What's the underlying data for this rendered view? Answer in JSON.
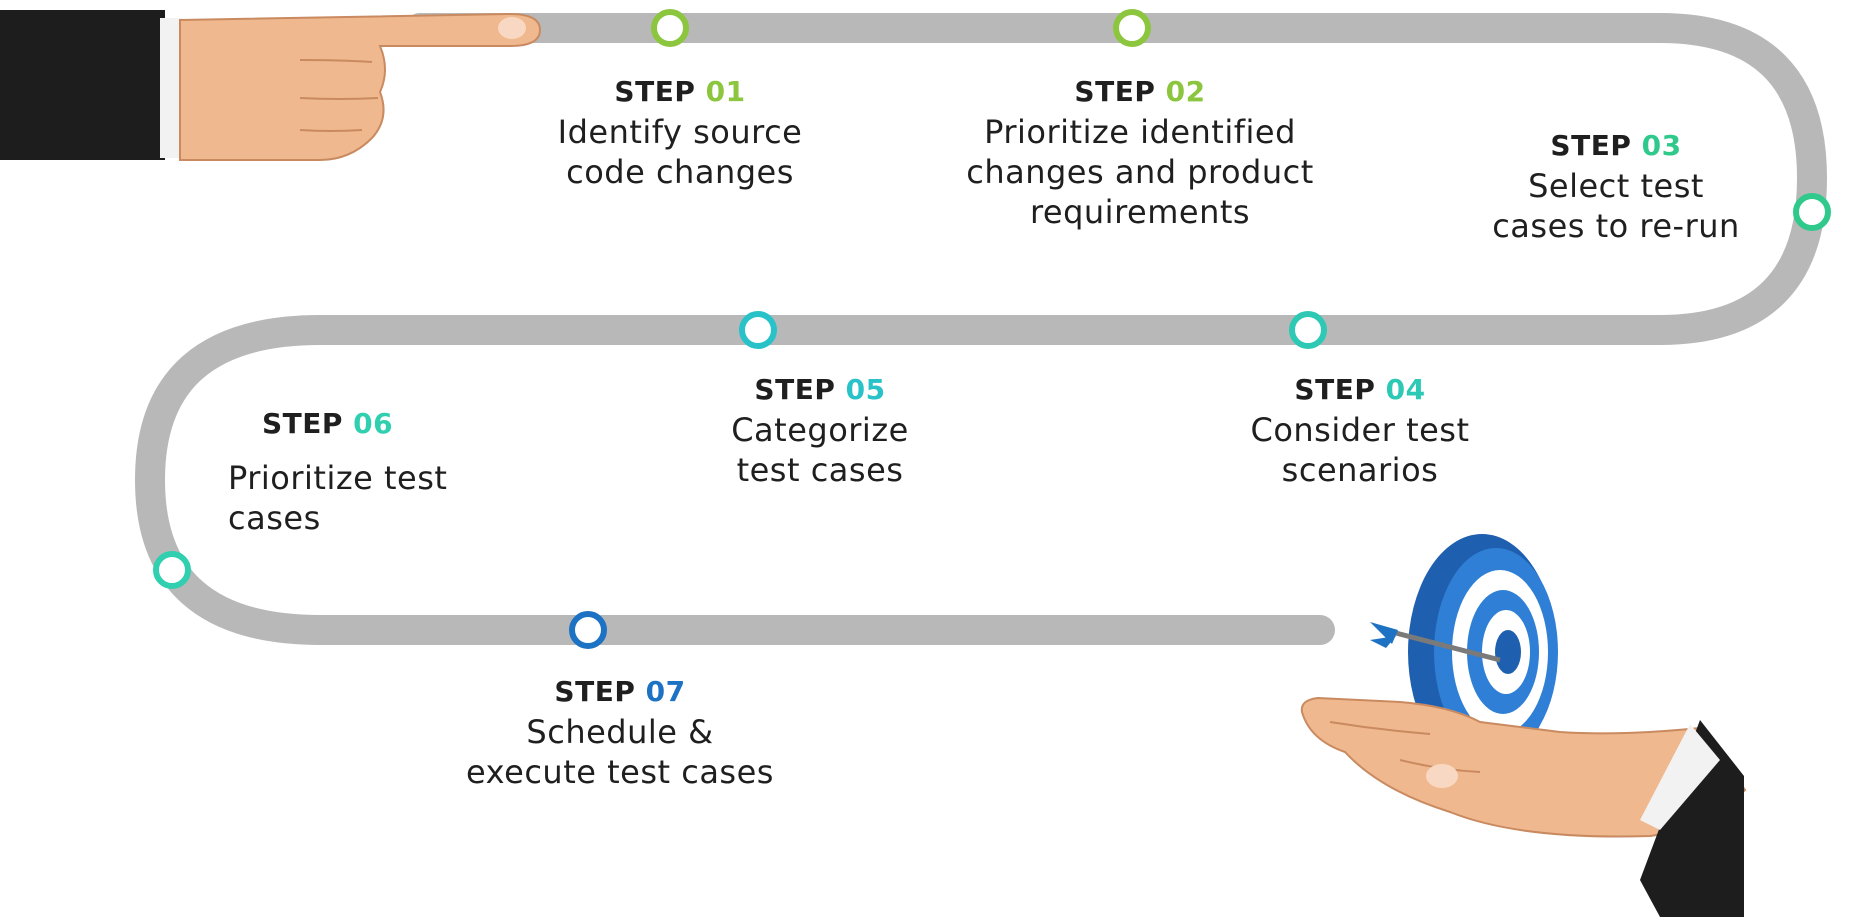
{
  "colors": {
    "track": "#b8b8b8",
    "step01": "#8cc63f",
    "step02": "#8cc63f",
    "step03": "#2ec98b",
    "step04": "#2ec9b4",
    "step05": "#28c2c8",
    "step06": "#2fcfb0",
    "step07": "#1d72c4",
    "text": "#1f1f1f"
  },
  "steps": [
    {
      "label": "STEP",
      "number": "01",
      "desc1": "Identify source",
      "desc2": "code changes",
      "desc3": ""
    },
    {
      "label": "STEP",
      "number": "02",
      "desc1": "Prioritize identified",
      "desc2": "changes and product",
      "desc3": "requirements"
    },
    {
      "label": "STEP",
      "number": "03",
      "desc1": "Select test",
      "desc2": "cases to re-run",
      "desc3": ""
    },
    {
      "label": "STEP",
      "number": "04",
      "desc1": "Consider test",
      "desc2": "scenarios",
      "desc3": ""
    },
    {
      "label": "STEP",
      "number": "05",
      "desc1": "Categorize",
      "desc2": "test cases",
      "desc3": ""
    },
    {
      "label": "STEP",
      "number": "06",
      "desc1": "Prioritize test",
      "desc2": "cases",
      "desc3": ""
    },
    {
      "label": "STEP",
      "number": "07",
      "desc1": "Schedule &",
      "desc2": "execute test cases",
      "desc3": ""
    }
  ],
  "icons": {
    "start": "pointing-hand-icon",
    "goal": "target-dart-icon",
    "holding": "open-hand-icon"
  }
}
